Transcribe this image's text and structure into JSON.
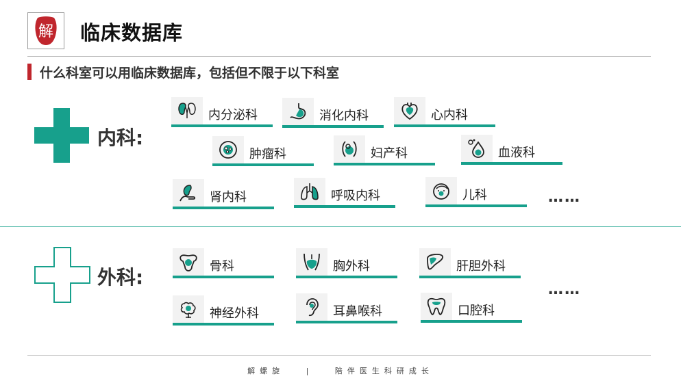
{
  "header": {
    "logo_char": "解",
    "title": "临床数据库"
  },
  "subtitle": "什么科室可以用临床数据库，包括但不限于以下科室",
  "internal": {
    "label": "内科:",
    "items": [
      {
        "label": "内分泌科",
        "icon": "kidney-icon"
      },
      {
        "label": "消化内科",
        "icon": "stomach-icon"
      },
      {
        "label": "心内科",
        "icon": "heart-icon"
      },
      {
        "label": "肿瘤科",
        "icon": "tumor-cell-icon"
      },
      {
        "label": "妇产科",
        "icon": "pregnancy-icon"
      },
      {
        "label": "血液科",
        "icon": "blood-drop-icon"
      },
      {
        "label": "肾内科",
        "icon": "kidney-hand-icon"
      },
      {
        "label": "呼吸内科",
        "icon": "lungs-icon"
      },
      {
        "label": "儿科",
        "icon": "baby-face-icon"
      }
    ],
    "more": "……"
  },
  "surgery": {
    "label": "外科:",
    "items": [
      {
        "label": "骨科",
        "icon": "bone-icon"
      },
      {
        "label": "胸外科",
        "icon": "chest-icon"
      },
      {
        "label": "肝胆外科",
        "icon": "liver-icon"
      },
      {
        "label": "神经外科",
        "icon": "brain-icon"
      },
      {
        "label": "耳鼻喉科",
        "icon": "ear-icon"
      },
      {
        "label": "口腔科",
        "icon": "tooth-icon"
      }
    ],
    "more": "……"
  },
  "footer": {
    "brand": "解螺旋",
    "separator": "|",
    "slogan": "陪伴医生科研成长"
  },
  "colors": {
    "accent": "#17a08c",
    "red": "#c0262d"
  }
}
